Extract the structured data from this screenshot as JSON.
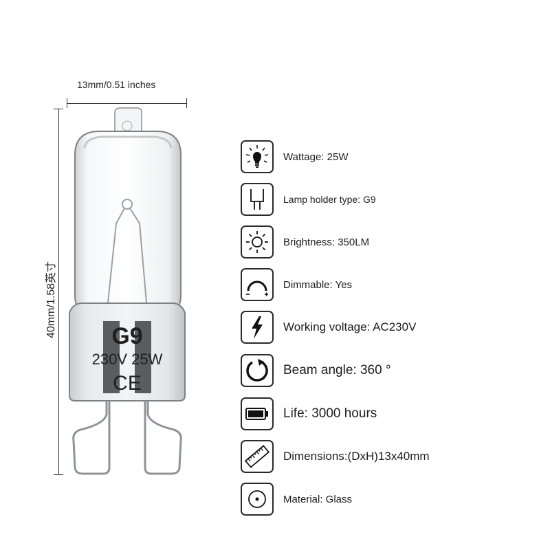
{
  "dimensions": {
    "width_label": "13mm/0.51 inches",
    "height_label": "40mm/1.58英寸"
  },
  "bulb": {
    "model": "G9",
    "rating": "230V 25W",
    "mark": "CE"
  },
  "features": [
    {
      "icon": "bulb-icon",
      "label": "Wattage: 25W"
    },
    {
      "icon": "lamp-holder-icon",
      "label": "Lamp holder type: G9"
    },
    {
      "icon": "sun-icon",
      "label": "Brightness: 350LM"
    },
    {
      "icon": "dimmer-icon",
      "label": "Dimmable: Yes"
    },
    {
      "icon": "lightning-icon",
      "label": "Working voltage: AC230V"
    },
    {
      "icon": "rotate-icon",
      "label": "Beam angle: 360 °"
    },
    {
      "icon": "battery-icon",
      "label": "Life: 3000 hours"
    },
    {
      "icon": "ruler-icon",
      "label": "Dimensions:(DxH)13x40mm"
    },
    {
      "icon": "target-icon",
      "label": "Material: Glass"
    }
  ]
}
